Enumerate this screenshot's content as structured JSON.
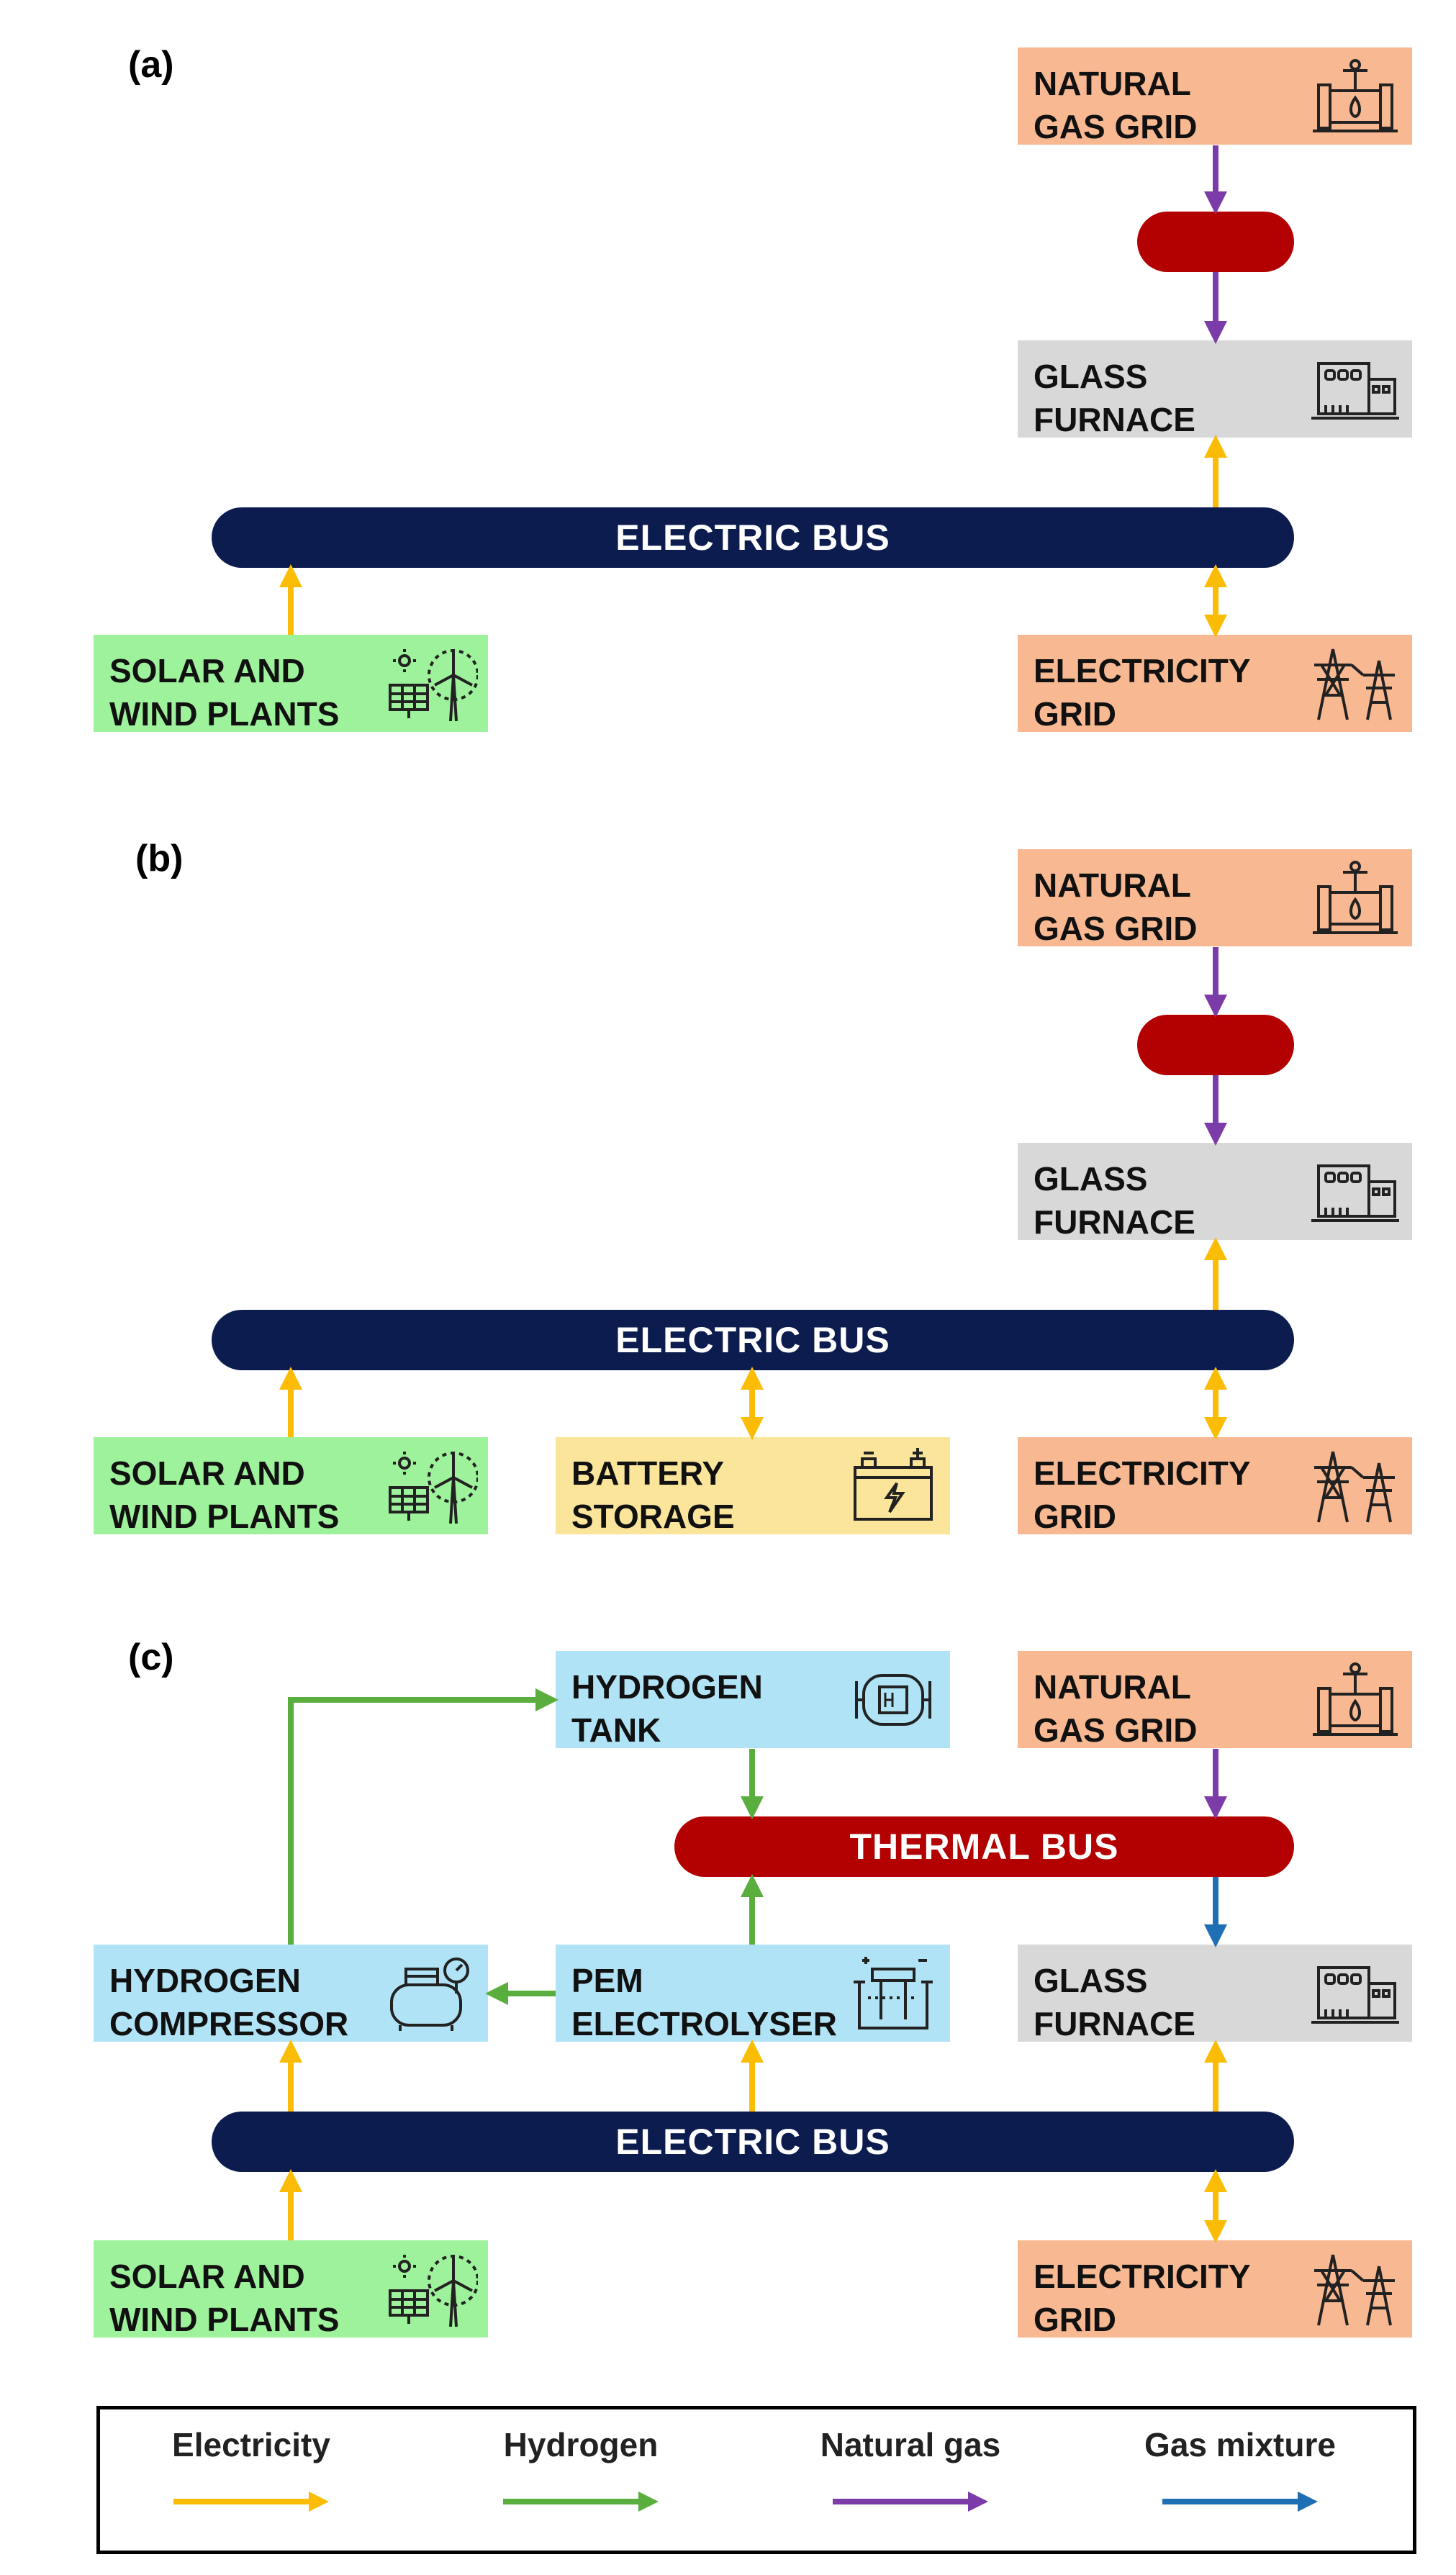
{
  "panels": {
    "a": {
      "tag": "(a)",
      "natural_gas_grid": "NATURAL\nGAS GRID",
      "glass_furnace": "GLASS\nFURNACE",
      "electric_bus": "ELECTRIC BUS",
      "solar_wind": "SOLAR AND\nWIND PLANTS",
      "electricity_grid": "ELECTRICITY\nGRID"
    },
    "b": {
      "tag": "(b)",
      "natural_gas_grid": "NATURAL\nGAS GRID",
      "glass_furnace": "GLASS\nFURNACE",
      "electric_bus": "ELECTRIC BUS",
      "solar_wind": "SOLAR AND\nWIND PLANTS",
      "battery_storage": "BATTERY\nSTORAGE",
      "electricity_grid": "ELECTRICITY\nGRID"
    },
    "c": {
      "tag": "(c)",
      "hydrogen_tank": "HYDROGEN\nTANK",
      "natural_gas_grid": "NATURAL\nGAS GRID",
      "thermal_bus": "THERMAL BUS",
      "hydrogen_compressor": "HYDROGEN\nCOMPRESSOR",
      "pem_electrolyser": "PEM\nELECTROLYSER",
      "glass_furnace": "GLASS\nFURNACE",
      "electric_bus": "ELECTRIC BUS",
      "solar_wind": "SOLAR AND\nWIND PLANTS",
      "electricity_grid": "ELECTRICITY\nGRID"
    }
  },
  "legend": {
    "electricity": "Electricity",
    "hydrogen": "Hydrogen",
    "natural_gas": "Natural gas",
    "gas_mixture": "Gas mixture"
  },
  "colors": {
    "electricity": "#fbbc05",
    "hydrogen": "#5aae3d",
    "natural_gas": "#7b3ba8",
    "gas_mixture": "#1f6fb5",
    "electric_bus": "#0d1c4f",
    "thermal_bus": "#b30000"
  }
}
